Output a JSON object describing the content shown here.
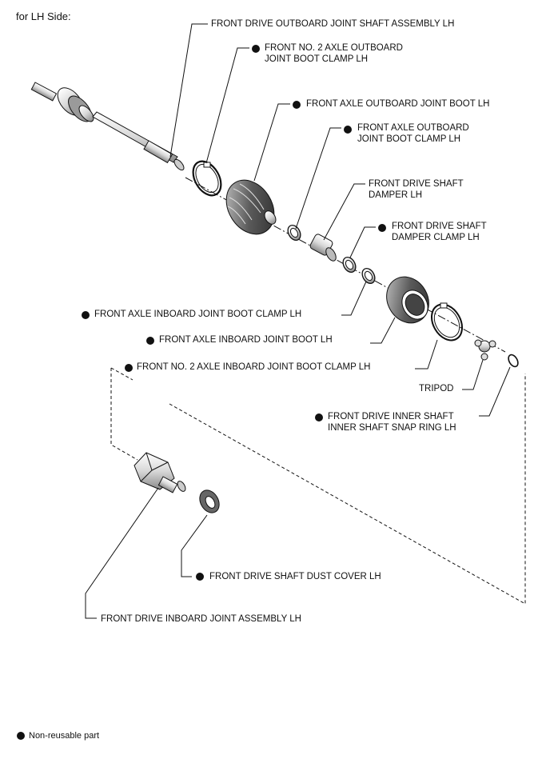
{
  "header": {
    "side_label": "for LH Side:"
  },
  "legend": {
    "non_reusable_label": "Non-reusable part"
  },
  "callouts": [
    {
      "id": "outboard-shaft-assembly",
      "text": "FRONT DRIVE OUTBOARD JOINT SHAFT ASSEMBLY LH",
      "non_reusable": false
    },
    {
      "id": "no2-outboard-boot-clamp",
      "text": "FRONT NO. 2 AXLE OUTBOARD\nJOINT BOOT CLAMP LH",
      "non_reusable": true
    },
    {
      "id": "outboard-boot",
      "text": "FRONT AXLE OUTBOARD JOINT BOOT LH",
      "non_reusable": true
    },
    {
      "id": "outboard-boot-clamp",
      "text": "FRONT AXLE OUTBOARD\nJOINT BOOT CLAMP LH",
      "non_reusable": true
    },
    {
      "id": "shaft-damper",
      "text": "FRONT DRIVE SHAFT\nDAMPER LH",
      "non_reusable": false
    },
    {
      "id": "damper-clamp",
      "text": "FRONT DRIVE SHAFT\nDAMPER CLAMP LH",
      "non_reusable": true
    },
    {
      "id": "inboard-boot-clamp",
      "text": "FRONT AXLE INBOARD JOINT BOOT CLAMP LH",
      "non_reusable": true
    },
    {
      "id": "inboard-boot",
      "text": "FRONT AXLE INBOARD JOINT BOOT LH",
      "non_reusable": true
    },
    {
      "id": "no2-inboard-boot-clamp",
      "text": "FRONT NO. 2 AXLE INBOARD JOINT BOOT CLAMP LH",
      "non_reusable": true
    },
    {
      "id": "tripod",
      "text": "TRIPOD",
      "non_reusable": false
    },
    {
      "id": "snap-ring",
      "text": "FRONT DRIVE INNER SHAFT\nINNER SHAFT SNAP RING LH",
      "non_reusable": true
    },
    {
      "id": "dust-cover",
      "text": "FRONT DRIVE SHAFT DUST COVER LH",
      "non_reusable": true
    },
    {
      "id": "inboard-joint-assembly",
      "text": "FRONT DRIVE INBOARD JOINT ASSEMBLY LH",
      "non_reusable": false
    }
  ]
}
